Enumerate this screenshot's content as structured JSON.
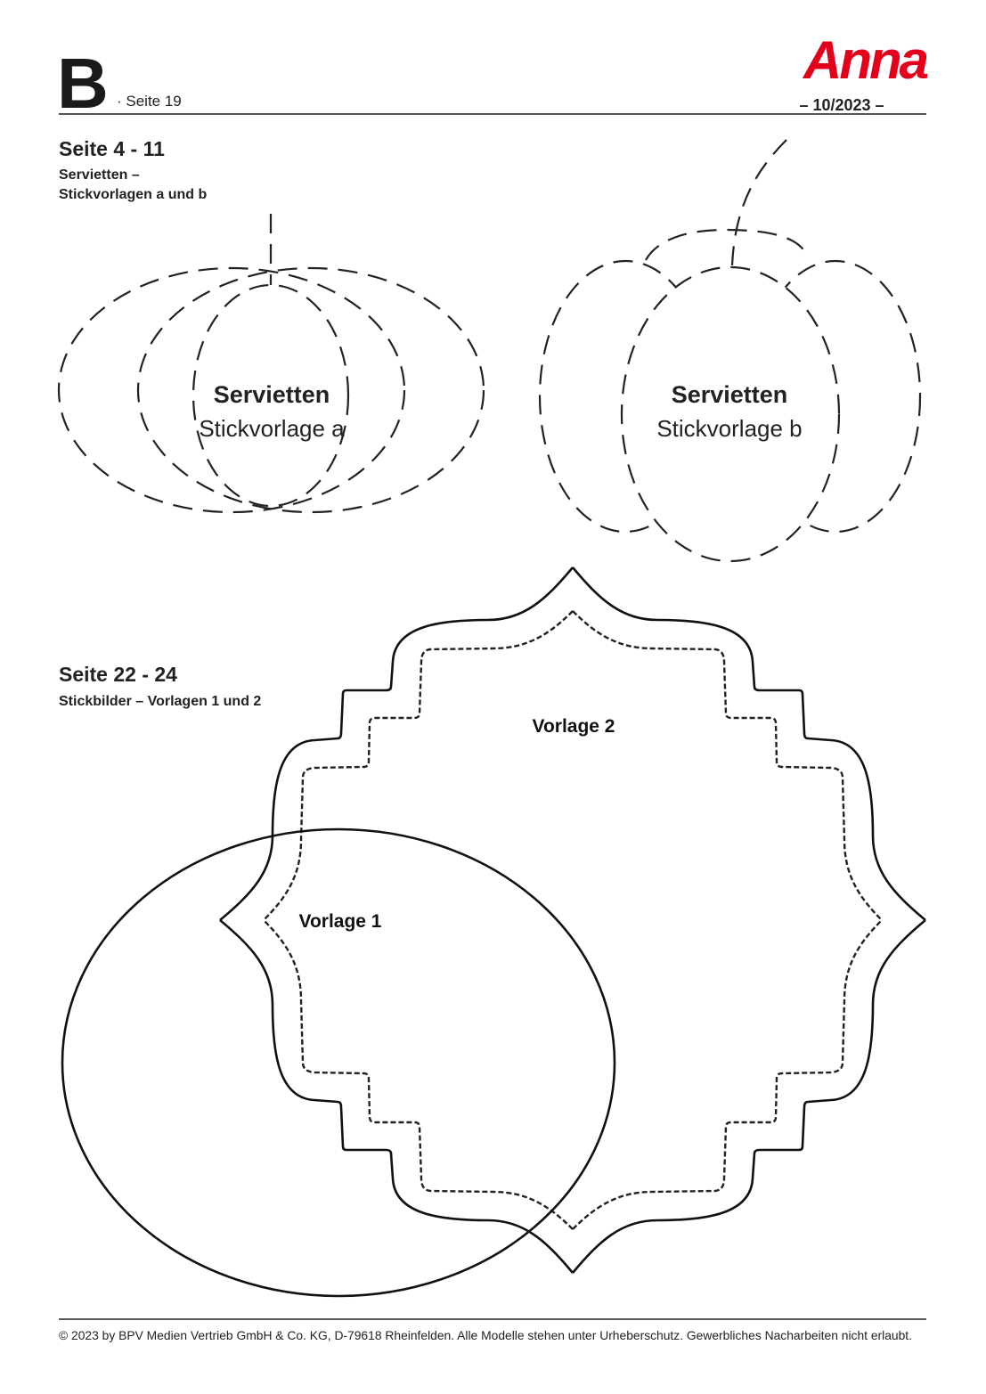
{
  "header": {
    "section_letter": "B",
    "page_label": "· Seite 19",
    "brand": "Anna",
    "issue": "– 10/2023 –",
    "brand_color": "#e3001b"
  },
  "section1": {
    "title": "Seite 4 - 11",
    "subtitle_line1": "Servietten –",
    "subtitle_line2": "Stickvorlagen a und b",
    "template_a": {
      "title": "Servietten",
      "label": "Stickvorlage a"
    },
    "template_b": {
      "title": "Servietten",
      "label": "Stickvorlage b"
    }
  },
  "section2": {
    "title": "Seite 22 - 24",
    "subtitle": "Stickbilder – Vorlagen 1 und 2",
    "template_1": "Vorlage 1",
    "template_2": "Vorlage 2"
  },
  "footer": {
    "copyright": "© 2023 by BPV Medien Vertrieb GmbH & Co. KG, D-79618 Rheinfelden. Alle Modelle stehen unter Urheberschutz. Gewerbliches Nacharbeiten nicht erlaubt."
  }
}
